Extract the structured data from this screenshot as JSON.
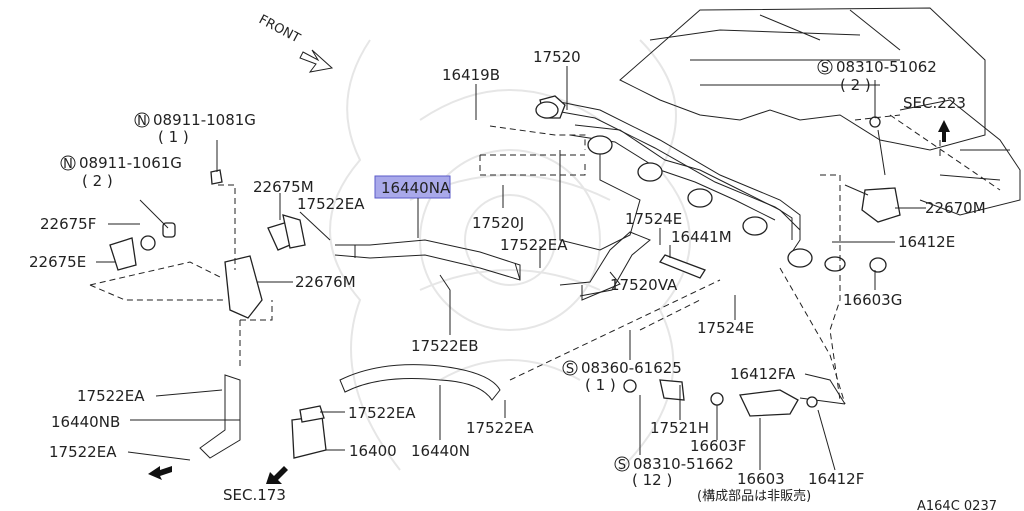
{
  "orientation_label": "FRONT",
  "parts": {
    "p16419b": "16419B",
    "p17520": "17520",
    "p08310_51062": "08310-51062",
    "p08310_51062_qty": "( 2 )",
    "sec223": "SEC.223",
    "p08911_1081g": "08911-1081G",
    "p08911_1081g_qty": "( 1 )",
    "p08911_1061g": "08911-1061G",
    "p08911_1061g_qty": "( 2 )",
    "p22675m": "22675M",
    "p17522ea_top": "17522EA",
    "p16440na": "16440NA",
    "p17520j": "17520J",
    "p17524e_top": "17524E",
    "p16441m": "16441M",
    "p22670m": "22670M",
    "p22675f": "22675F",
    "p22675e": "22675E",
    "p17522ea_mid": "17522EA",
    "p16412e": "16412E",
    "p22676m": "22676M",
    "p17520va": "17520VA",
    "p16603g": "16603G",
    "p17524e_bot": "17524E",
    "p17522eb": "17522EB",
    "p08360_61625": "08360-61625",
    "p08360_61625_qty": "( 1 )",
    "p16412fa": "16412FA",
    "p17522ea_left1": "17522EA",
    "p16440nb": "16440NB",
    "p17522ea_center": "17522EA",
    "p17522ea_right": "17522EA",
    "p17521h": "17521H",
    "p16603f": "16603F",
    "p17522ea_left2": "17522EA",
    "p16400": "16400",
    "p16440n": "16440N",
    "p08310_51662": "08310-51662",
    "p08310_51662_qty": "( 12 )",
    "p16603": "16603",
    "p16412f": "16412F",
    "note_jp": "(構成部品は非販売)",
    "sec173": "SEC.173",
    "code": "A164C 0237"
  },
  "circle_letters": {
    "n1": "N",
    "n2": "N",
    "s1": "S",
    "s2": "S",
    "s3": "S"
  },
  "highlight_color": "#a9a9ea"
}
